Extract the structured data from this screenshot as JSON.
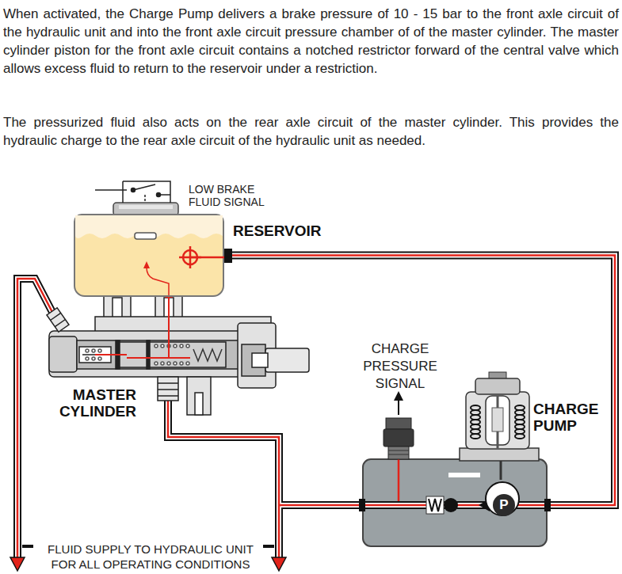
{
  "diagram": {
    "nodes": [
      {
        "text": [
          "RESERVOIR"
        ]
      },
      {
        "text": [
          "MASTER CYLINDER"
        ]
      },
      {
        "text": [
          "CHARGE PUMP"
        ]
      },
      {
        "text": [
          "P"
        ]
      }
    ],
    "edges": [
      {
        "from": 0,
        "to": 3,
        "arrow": "none"
      },
      {
        "from": 3,
        "to": 1,
        "arrow": "none"
      }
    ],
    "labels": [
      "When activated, the Charge Pump delivers a brake pressure of 10 - 15 bar to the front axle circuit of the hydraulic unit and into the front axle circuit pressure chamber of of the master cylinder. The master cylinder piston for the front axle circuit contains a notched restrictor forward of the central valve which allows excess fluid to return to the reservoir under a restriction.",
      "The pressurized fluid also acts on the rear axle circuit of the master cylinder. This provides the hydraulic charge to the rear axle circuit of the hydraulic unit as needed.",
      "LOW BRAKE FLUID SIGNAL",
      "CHARGE PRESSURE SIGNAL",
      "FLUID SUPPLY TO HYDRAULIC UNIT FOR ALL OPERATING CONDITIONS"
    ]
  }
}
